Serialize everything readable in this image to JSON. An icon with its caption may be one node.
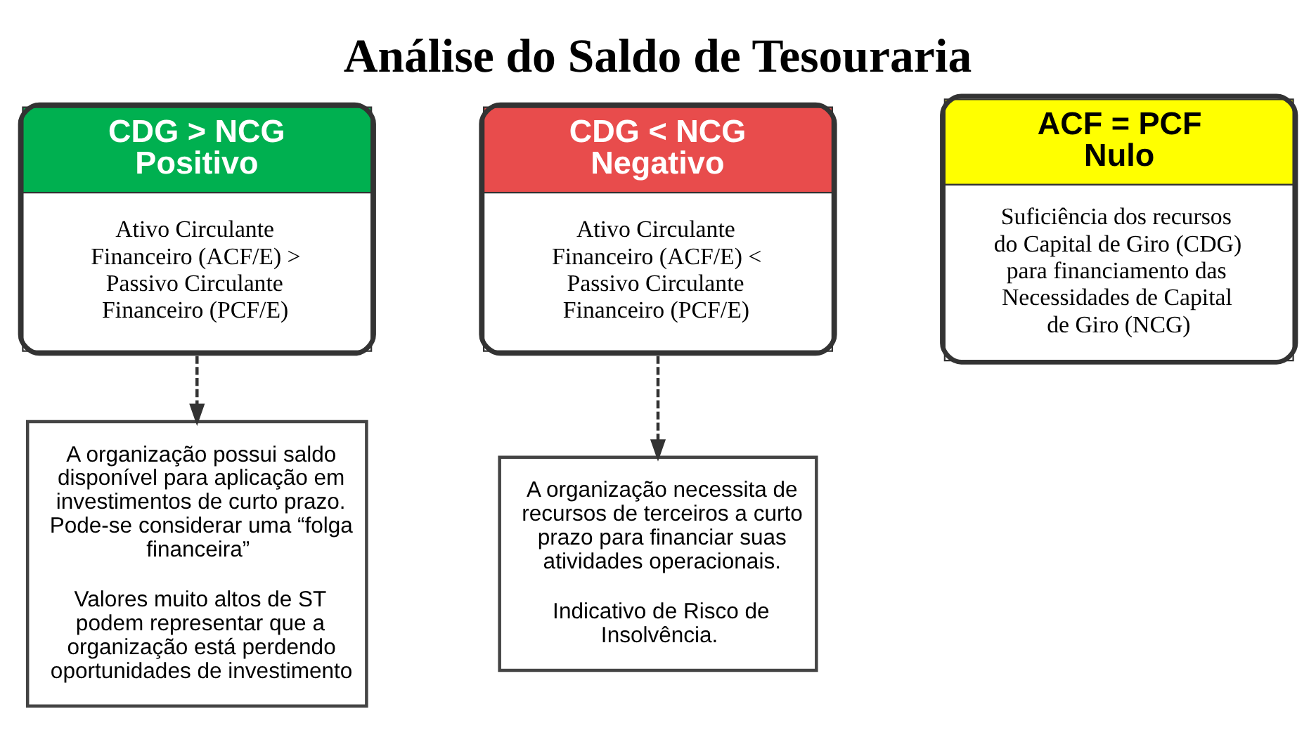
{
  "diagram": {
    "title": "Análise do Saldo de Tesouraria",
    "nodes": [
      {
        "text": [
          "CDG > NCG Positivo",
          "Ativo Circulante Financeiro (ACF/E) > Passivo Circulante Financeiro (PCF/E)"
        ]
      },
      {
        "text": [
          "CDG < NCG Negativo",
          "Ativo Circulante Financeiro (ACF/E) < Passivo Circulante Financeiro (PCF/E)"
        ]
      },
      {
        "text": [
          "ACF = PCF Nulo",
          "Suficiência dos recursos do Capital de Giro (CDG) para financiamento das Necessidades de Capital de Giro (NCG)"
        ]
      },
      {
        "text": [
          "A organização possui saldo disponível para aplicação em investimentos de curto prazo. Pode-se considerar uma “folga financeira”",
          "Valores muito altos de ST podem representar que a organização está perdendo oportunidades de investimento"
        ]
      },
      {
        "text": [
          "A organização necessita de recursos de terceiros a curto prazo para financiar suas atividades operacionais.",
          "Indicativo de Risco de Insolvência."
        ]
      }
    ],
    "edges": [
      {
        "from": 0,
        "to": 3,
        "arrow": "to",
        "style": "dashed"
      },
      {
        "from": 1,
        "to": 4,
        "arrow": "to",
        "style": "dashed"
      }
    ]
  }
}
